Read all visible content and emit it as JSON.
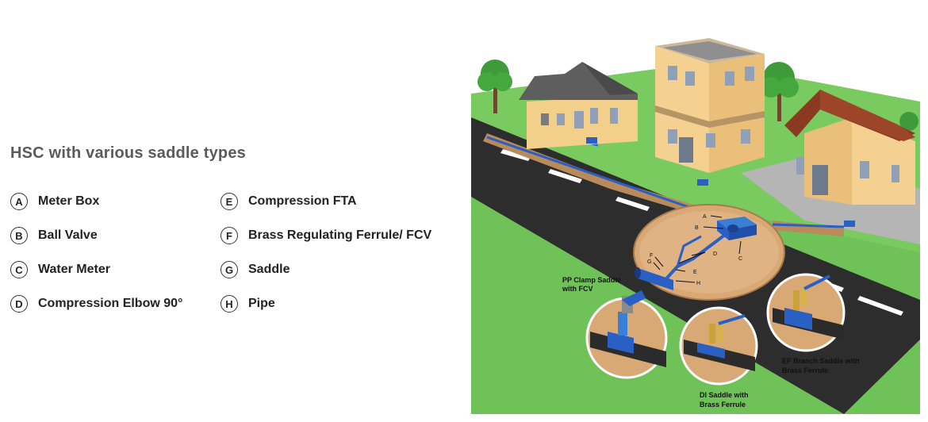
{
  "title": "HSC with various saddle types",
  "legend": [
    {
      "letter": "A",
      "label": "Meter Box"
    },
    {
      "letter": "B",
      "label": "Ball Valve"
    },
    {
      "letter": "C",
      "label": "Water Meter"
    },
    {
      "letter": "D",
      "label": "Compression Elbow 90°"
    },
    {
      "letter": "E",
      "label": "Compression FTA"
    },
    {
      "letter": "F",
      "label": "Brass Regulating Ferrule/ FCV"
    },
    {
      "letter": "G",
      "label": "Saddle"
    },
    {
      "letter": "H",
      "label": "Pipe"
    }
  ],
  "diagram_labels": {
    "a": "A",
    "b": "B",
    "c": "C",
    "d": "D",
    "e": "E",
    "f": "F",
    "g": "G",
    "h": "H"
  },
  "callouts": {
    "pp_clamp": {
      "line1": "PP Clamp Saddle",
      "line2": "with FCV"
    },
    "di_saddle": {
      "line1": "DI Saddle with",
      "line2": "Brass Ferrule"
    },
    "ef_branch": {
      "line1": "EF Branch Saddle with",
      "line2": "Brass Ferrule"
    }
  },
  "colors": {
    "grass": "#76c95c",
    "road": "#2c2c2c",
    "soil": "#d2a06a",
    "pipe": "#2a5fc4",
    "wall": "#f2cf8a",
    "roof": "#8a3a20"
  }
}
